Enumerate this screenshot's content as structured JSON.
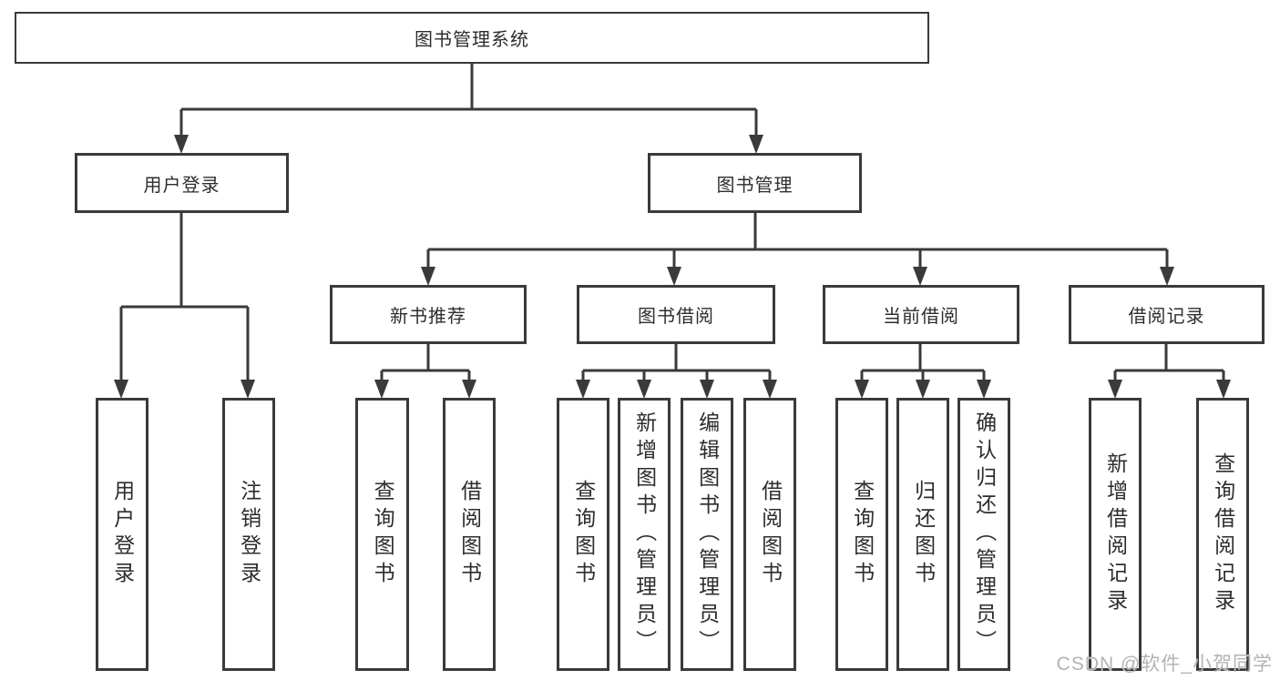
{
  "diagram": {
    "title": "图书管理系统",
    "tree": {
      "label": "图书管理系统",
      "children": [
        {
          "label": "用户登录",
          "children": [
            {
              "label": "用户登录"
            },
            {
              "label": "注销登录"
            }
          ]
        },
        {
          "label": "图书管理",
          "children": [
            {
              "label": "新书推荐",
              "children": [
                {
                  "label": "查询图书"
                },
                {
                  "label": "借阅图书"
                }
              ]
            },
            {
              "label": "图书借阅",
              "children": [
                {
                  "label": "查询图书"
                },
                {
                  "label": "新增图书（管理员）"
                },
                {
                  "label": "编辑图书（管理员）"
                },
                {
                  "label": "借阅图书"
                }
              ]
            },
            {
              "label": "当前借阅",
              "children": [
                {
                  "label": "查询图书"
                },
                {
                  "label": "归还图书"
                },
                {
                  "label": "确认归还（管理员）"
                }
              ]
            },
            {
              "label": "借阅记录",
              "children": [
                {
                  "label": "新增借阅记录"
                },
                {
                  "label": "查询借阅记录"
                }
              ]
            }
          ]
        }
      ]
    }
  },
  "watermark": {
    "text": "CSDN @软件_小贺同学"
  },
  "colors": {
    "line": "#3a3a3a",
    "text": "#2d2d2d",
    "watermark": "#b3b3b3",
    "background": "#ffffff"
  }
}
